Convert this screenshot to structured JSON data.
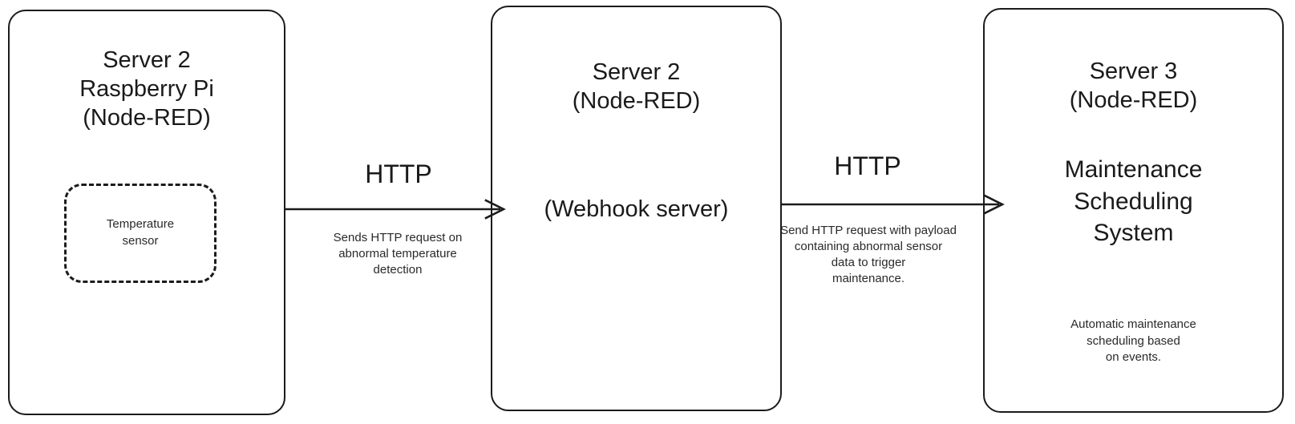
{
  "diagram": {
    "type": "flow",
    "background_color": "#ffffff",
    "stroke_color": "#1b1b1b",
    "text_color": "#1a1a1a",
    "nodes": [
      {
        "id": "node-server2-pi",
        "shape": "rounded-rectangle",
        "border_style": "solid",
        "title": "Server 2\nRaspberry Pi\n(Node-RED)",
        "inner": {
          "id": "node-temperature-sensor",
          "shape": "rounded-rectangle",
          "border_style": "dashed",
          "label": "Temperature\nsensor"
        }
      },
      {
        "id": "node-server2-webhook",
        "shape": "rounded-rectangle",
        "border_style": "solid",
        "title": "Server 2\n(Node-RED)",
        "subtitle": "(Webhook server)"
      },
      {
        "id": "node-server3-maintenance",
        "shape": "rounded-rectangle",
        "border_style": "solid",
        "title": "Server 3\n(Node-RED)",
        "subtitle": "Maintenance\nScheduling\nSystem",
        "note": "Automatic maintenance\nscheduling based\non events."
      }
    ],
    "edges": [
      {
        "id": "edge-pi-to-webhook",
        "from": "node-server2-pi",
        "to": "node-server2-webhook",
        "direction": "right",
        "label": "HTTP",
        "sublabel": "Sends HTTP request on\nabnormal temperature\ndetection"
      },
      {
        "id": "edge-webhook-to-maintenance",
        "from": "node-server2-webhook",
        "to": "node-server3-maintenance",
        "direction": "right",
        "label": "HTTP",
        "sublabel": "Send HTTP request with payload\ncontaining abnormal sensor\ndata to trigger\nmaintenance."
      }
    ]
  }
}
